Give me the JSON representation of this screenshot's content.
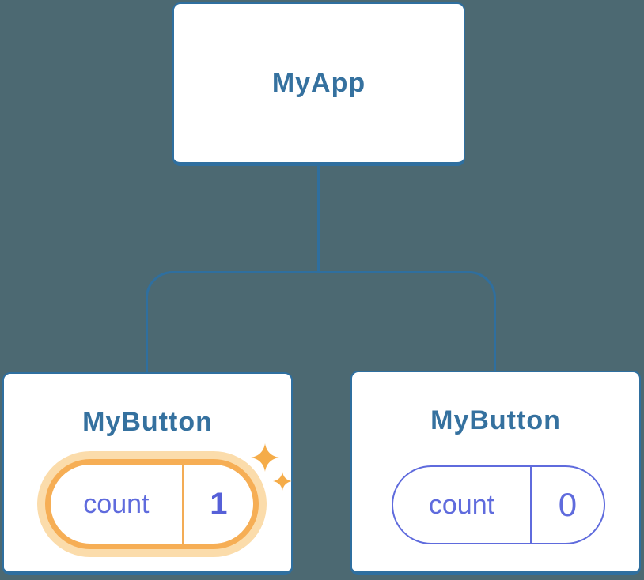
{
  "diagram": {
    "description": "React component tree with state update",
    "root": {
      "label": "MyApp"
    },
    "children": [
      {
        "label": "MyButton",
        "state_key": "count",
        "state_value": "1",
        "highlighted": true,
        "sparkles": true
      },
      {
        "label": "MyButton",
        "state_key": "count",
        "state_value": "0",
        "highlighted": false,
        "sparkles": false
      }
    ]
  },
  "colors": {
    "background": "#4C6972",
    "node_fill": "#FFFFFF",
    "node_border": "#2F6F9F",
    "connector_line": "#2F6F9F",
    "title_text": "#35719F",
    "state_text": "#5F6BDD",
    "highlight_border": "#F6AE55",
    "highlight_halo": "#FBDCAB",
    "highlight_divider": "#F3AC55",
    "sparkle": "#F5AC49"
  }
}
